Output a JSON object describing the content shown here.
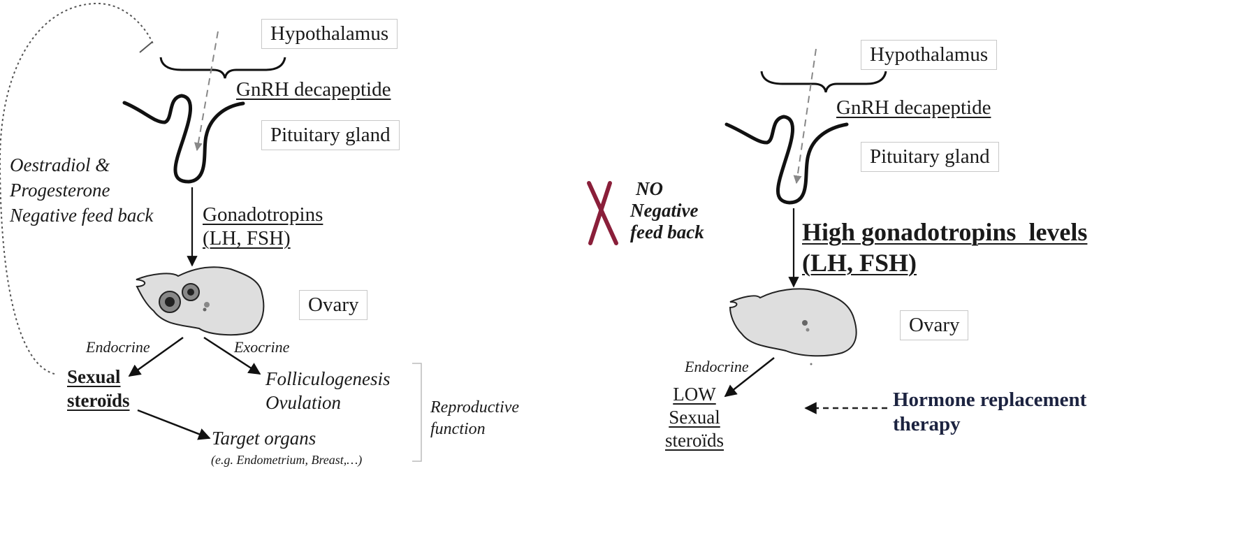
{
  "colors": {
    "cross": "#8a1f3a",
    "ovary_fill": "#dedede",
    "hrt_text": "#1c2340"
  },
  "left": {
    "hypothalamus": "Hypothalamus",
    "gnrh": "GnRH decapeptide",
    "pituitary": "Pituitary gland",
    "gonadotropins": [
      "Gonadotropins",
      "(LH, FSH)"
    ],
    "ovary": "Ovary",
    "feedback": [
      "Oestradiol &",
      "Progesterone",
      "Negative feed back"
    ],
    "endocrine": "Endocrine",
    "exocrine": "Exocrine",
    "sexual_steroids": [
      "Sexual",
      "steroïds"
    ],
    "follicle": [
      "Folliculogenesis",
      "Ovulation"
    ],
    "reproductive": [
      "Reproductive",
      "function"
    ],
    "target_organs": "Target organs",
    "target_examples": "(e.g. Endometrium, Breast,…)"
  },
  "middle": {
    "cross_icon": "cross-mark-icon",
    "no_feedback": [
      "NO",
      "Negative",
      "feed back"
    ]
  },
  "right": {
    "hypothalamus": "Hypothalamus",
    "gnrh": "GnRH decapeptide",
    "pituitary": "Pituitary gland",
    "gonadotropins": [
      "High gonadotropins  levels",
      "(LH, FSH)"
    ],
    "ovary": "Ovary",
    "endocrine": "Endocrine",
    "low_steroids": [
      "LOW",
      "Sexual",
      "steroïds"
    ],
    "hrt": [
      "Hormone replacement",
      "therapy"
    ]
  }
}
